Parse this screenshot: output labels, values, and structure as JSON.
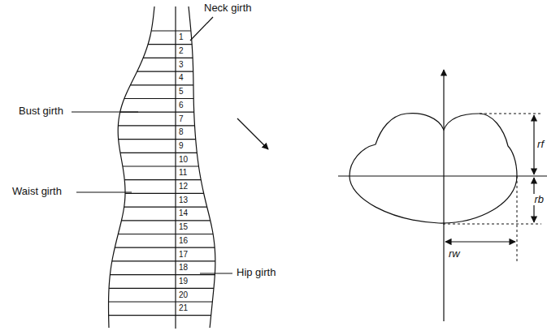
{
  "diagram": {
    "labels": [
      "Neck girth",
      "Bust girth",
      "Waist girth",
      "Hip girth",
      "1",
      "2",
      "3",
      "4",
      "5",
      "6",
      "7",
      "8",
      "9",
      "10",
      "11",
      "12",
      "13",
      "14",
      "15",
      "16",
      "17",
      "18",
      "19",
      "20",
      "21",
      "rf",
      "rb",
      "rw"
    ]
  }
}
